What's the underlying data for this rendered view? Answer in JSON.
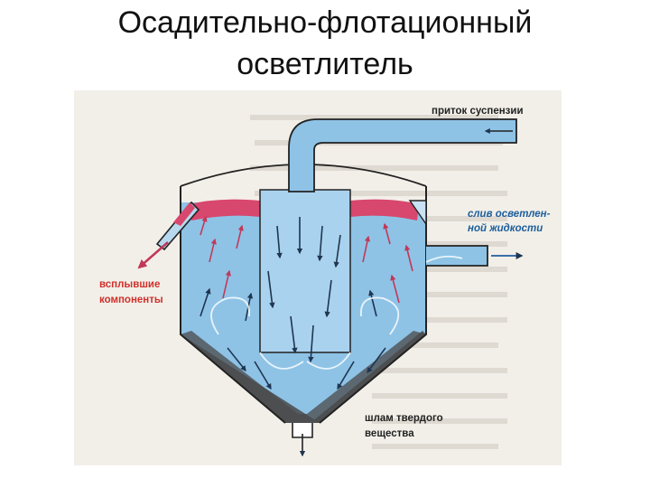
{
  "title": {
    "line1": "Осадительно-флотационный",
    "line2": "осветлитель"
  },
  "diagram": {
    "labels": {
      "inflow": "приток суспензии",
      "outflow_line1": "слив осветлен-",
      "outflow_line2": "ной жидкости",
      "floating_line1": "всплывшие",
      "floating_line2": "компоненты",
      "sludge_line1": "шлам твердого",
      "sludge_line2": "вещества"
    },
    "colors": {
      "liquid": "#8ec3e6",
      "foam": "#d8476e",
      "sludge": "#4a4a4a",
      "outline": "#222222",
      "floating_label": "#d0302a",
      "outflow_label": "#1d5f9c",
      "text": "#222222"
    }
  }
}
